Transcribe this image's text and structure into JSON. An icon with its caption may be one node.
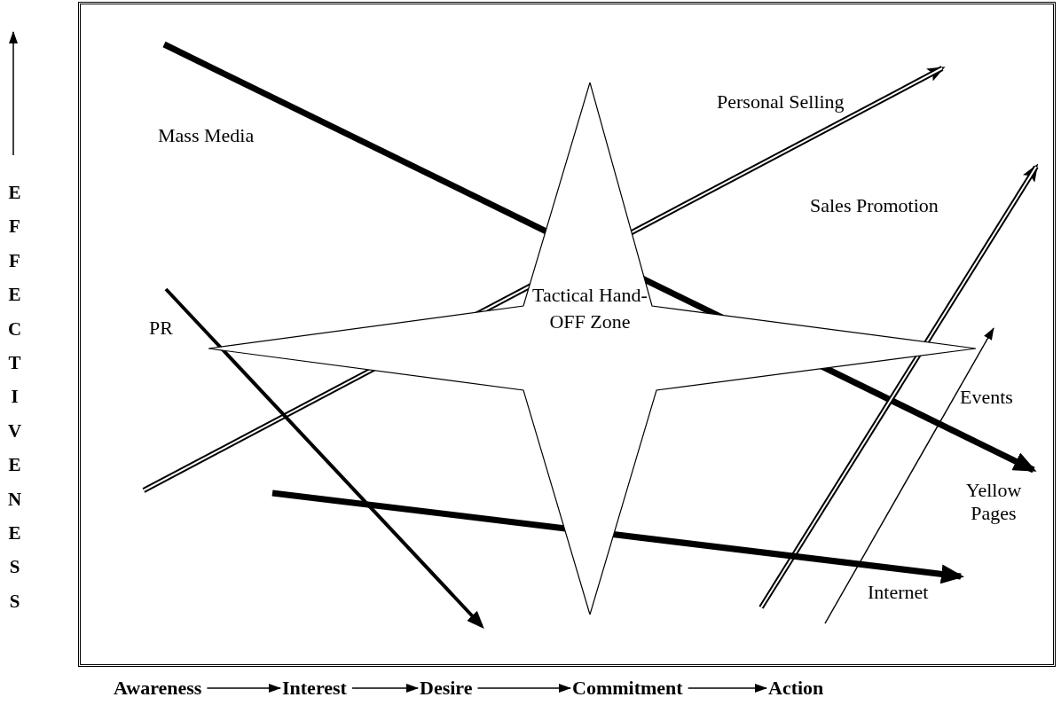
{
  "diagram": {
    "nodes": [
      {
        "text": [
          "Tactical Hand-OFF Zone"
        ]
      },
      {
        "text": [
          "Awareness"
        ]
      },
      {
        "text": [
          "Interest"
        ]
      },
      {
        "text": [
          "Desire"
        ]
      },
      {
        "text": [
          "Commitment"
        ]
      },
      {
        "text": [
          "Action"
        ]
      }
    ],
    "edges": [
      {
        "from": 1,
        "to": 2,
        "arrow": "to"
      },
      {
        "from": 2,
        "to": 3,
        "arrow": "to"
      },
      {
        "from": 3,
        "to": 4,
        "arrow": "to"
      },
      {
        "from": 4,
        "to": 5,
        "arrow": "to"
      }
    ],
    "labels": [
      "Mass Media",
      "Personal Selling",
      "Sales Promotion",
      "PR",
      "Events",
      "Yellow Pages",
      "Internet",
      "EFFECTIVENESS"
    ]
  }
}
